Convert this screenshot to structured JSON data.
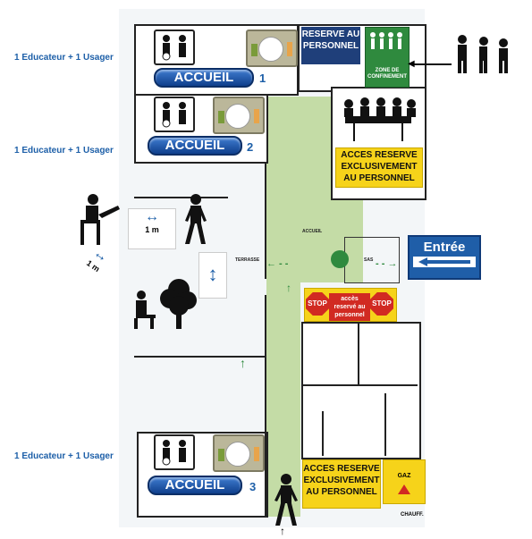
{
  "side_labels": [
    "1 Educateur + 1 Usager",
    "1 Educateur + 1 Usager",
    "1 Educateur + 1 Usager"
  ],
  "accueil": {
    "label": "ACCUEIL",
    "numbers": [
      "1",
      "2",
      "3"
    ]
  },
  "reserve_personnel": "RESERVE AU PERSONNEL",
  "zone_confinement": "ZONE DE CONFINEMENT",
  "acces_reserve": "ACCES RESERVE EXCLUSIVEMENT AU PERSONNEL",
  "acces_reserve_bottom": "ACCES RESERVE EXCLUSIVEMENT AU PERSONNEL",
  "entree": "Entrée",
  "stop": "STOP",
  "stop_banner": "accès reservé au personnel",
  "distance_1m": "1 m",
  "room_labels": {
    "accueil": "ACCUEIL",
    "terrasse": "TERRASSE",
    "sas": "SAS"
  },
  "chauff": "CHAUFF.",
  "gaz": "GAZ",
  "colors": {
    "corridor": "#c4dca6",
    "accent_blue": "#1d5fa8",
    "sign_blue": "#1f5ea8",
    "yellow": "#f6d31a",
    "stop_red": "#d12a22",
    "zone_green": "#2f8a3e"
  }
}
